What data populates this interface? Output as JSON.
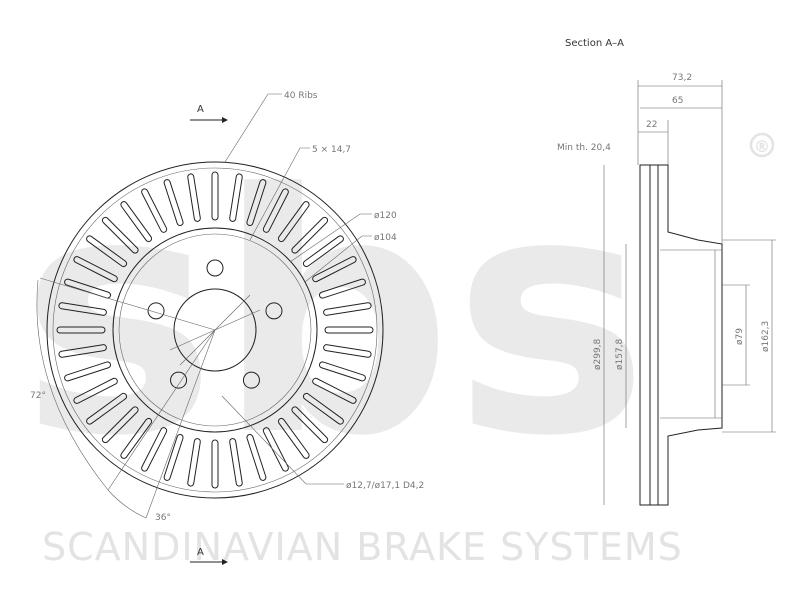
{
  "watermark": {
    "logo_text": "sbs",
    "registered_mark": "®"
  },
  "footer": {
    "brand": "SCANDINAVIAN BRAKE SYSTEMS"
  },
  "front_view": {
    "section_marker": "A",
    "ribs_label": "40 Ribs",
    "bolt_label": "5 × 14,7",
    "pcd_label": "ø120",
    "centre_label": "ø104",
    "hole_label": "ø12,7/ø17,1 D4,2",
    "angle_72": "72°",
    "angle_36": "36°",
    "rib_count": 40,
    "bolt_count": 5
  },
  "section_view": {
    "title": "Section A–A",
    "dim_overall_depth": "73,2",
    "dim_hat_depth": "65",
    "dim_disc_thickness": "22",
    "min_thickness": "Min th. 20,4",
    "dim_outer_diameter": "ø299,8",
    "dim_inner_diameter": "ø157,8",
    "dim_centre_bore": "ø79",
    "dim_hat_diameter": "ø162,3"
  }
}
